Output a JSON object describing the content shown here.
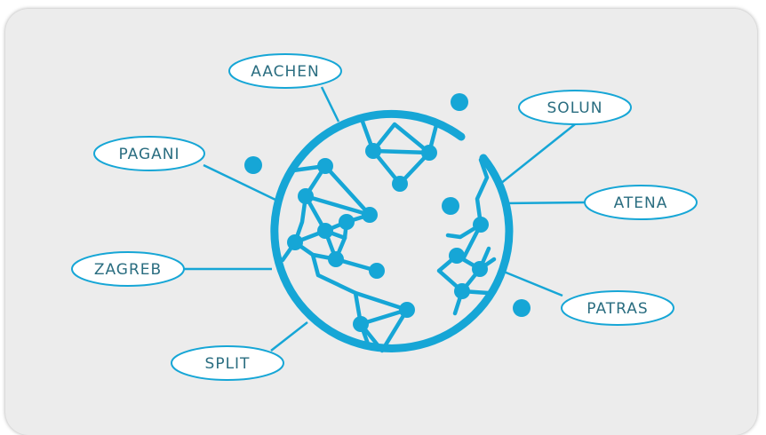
{
  "diagram": {
    "accent_color": "#16a6d6",
    "pill_fill": "#ffffff",
    "text_color": "#2a6d80",
    "background_color": "#ececec",
    "center_icon": "globe-network-icon",
    "cities": [
      {
        "id": "aachen",
        "label": "AACHEN"
      },
      {
        "id": "solun",
        "label": "SOLUN"
      },
      {
        "id": "pagani",
        "label": "PAGANI"
      },
      {
        "id": "atena",
        "label": "ATENA"
      },
      {
        "id": "zagreb",
        "label": "ZAGREB"
      },
      {
        "id": "patras",
        "label": "PATRAS"
      },
      {
        "id": "split",
        "label": "SPLIT"
      }
    ]
  }
}
